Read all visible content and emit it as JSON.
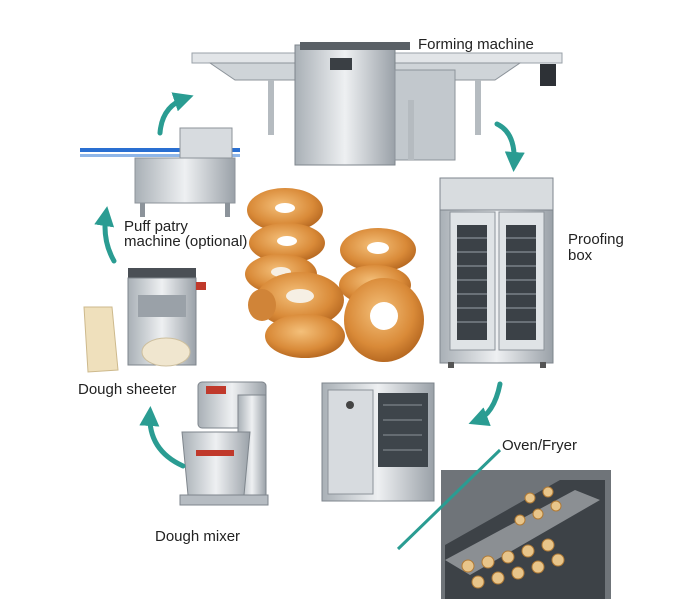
{
  "labels": {
    "forming": "Forming machine",
    "proofing_line1": "Proofing",
    "proofing_line2": "box",
    "oven": "Oven/Fryer",
    "puff_line1": "Puff patry",
    "puff_line2": "machine (optional)",
    "sheeter": "Dough sheeter",
    "mixer": "Dough mixer"
  },
  "colors": {
    "arrow": "#2a9c92",
    "steel": "#d4d8dc",
    "steel_dark": "#8c939a",
    "donut": "#d9903f",
    "sugar": "#f2e8d8",
    "conveyor": "#2a6fd1"
  },
  "icons": {
    "forming": "forming-machine-icon",
    "proofing": "proofing-box-icon",
    "oven": "rotary-oven-icon",
    "fryer": "fryer-line-icon",
    "puff": "puff-pastry-machine-icon",
    "sheeter": "dough-sheeter-icon",
    "mixer": "dough-mixer-icon",
    "donuts": "donuts-icon"
  }
}
